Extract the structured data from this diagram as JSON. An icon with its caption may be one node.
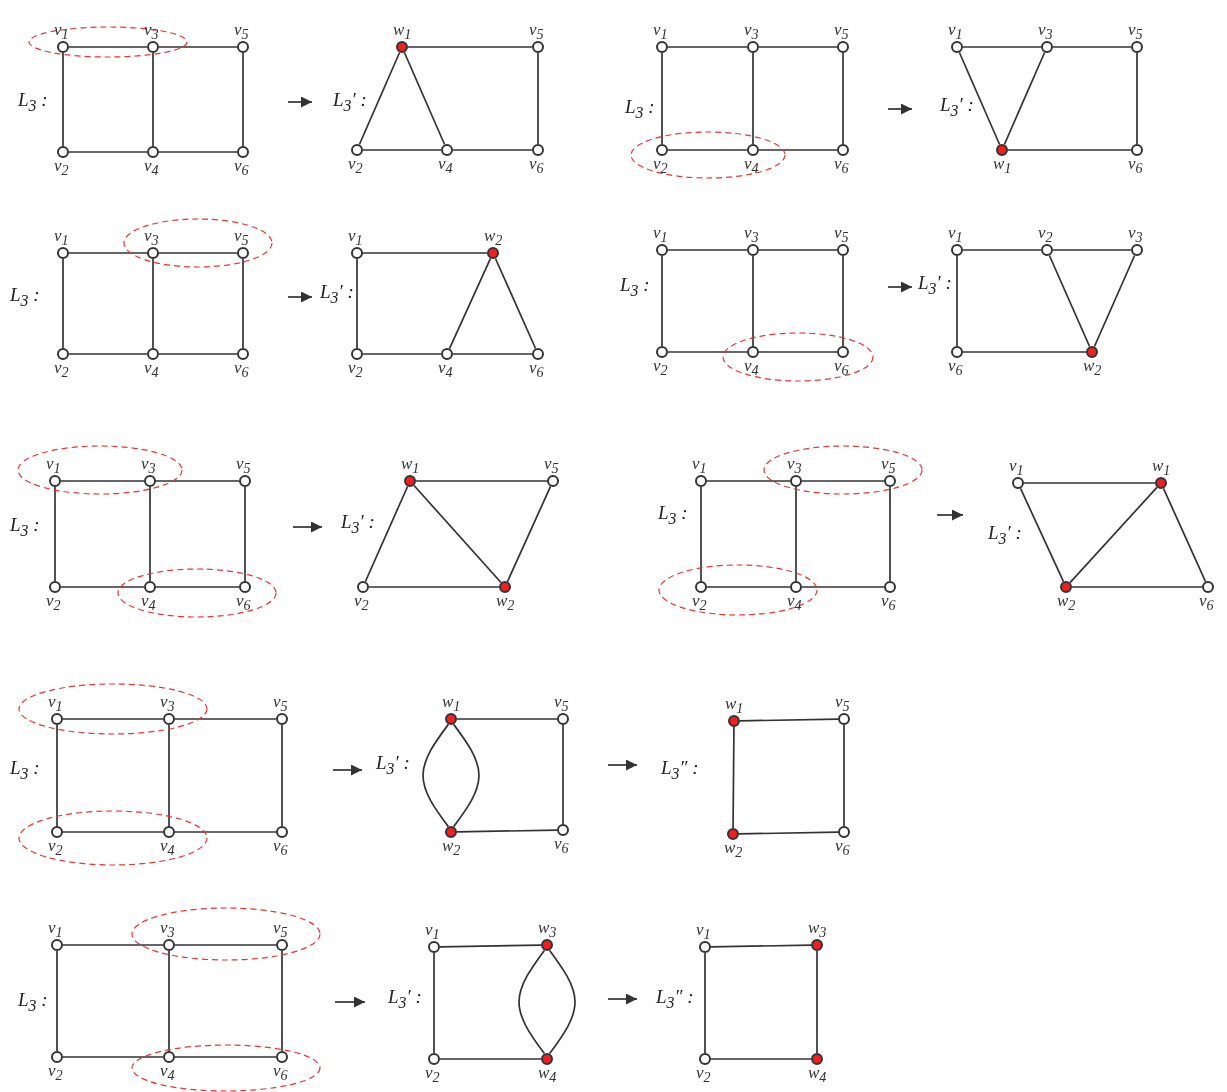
{
  "diagram": {
    "nodes": [
      {
        "text": [
          "L$_{3}$ :"
        ]
      },
      {
        "text": [],
        "shape": "circle",
        "in": 7,
        "beside": [
          "v$_{1}$"
        ]
      },
      {
        "text": [],
        "shape": "circle",
        "in": 7,
        "beside": [
          "v$_{3}$"
        ]
      },
      {
        "text": [],
        "shape": "circle",
        "in": 0,
        "beside": [
          "v$_{5}$"
        ]
      },
      {
        "text": [],
        "shape": "circle",
        "in": 0,
        "beside": [
          "v$_{2}$"
        ]
      },
      {
        "text": [],
        "shape": "circle",
        "in": 0,
        "beside": [
          "v$_{4}$"
        ]
      },
      {
        "text": [],
        "shape": "circle",
        "in": 0,
        "beside": [
          "v$_{6}$"
        ]
      },
      {
        "text": [],
        "shape": "ellipse",
        "in": 0
      },
      {
        "text": [
          "L$_{3}$′ :"
        ]
      },
      {
        "text": [],
        "shape": "dot",
        "in": 8,
        "beside": [
          "w$_{1}$"
        ]
      },
      {
        "text": [],
        "shape": "circle",
        "in": 8,
        "beside": [
          "v$_{5}$"
        ]
      },
      {
        "text": [],
        "shape": "circle",
        "in": 8,
        "beside": [
          "v$_{2}$"
        ]
      },
      {
        "text": [],
        "shape": "circle",
        "in": 8,
        "beside": [
          "v$_{4}$"
        ]
      },
      {
        "text": [],
        "shape": "circle",
        "in": 8,
        "beside": [
          "v$_{6}$"
        ]
      },
      {
        "text": [
          "L$_{3}$ :"
        ]
      },
      {
        "text": [],
        "shape": "circle",
        "in": 14,
        "beside": [
          "v$_{1}$"
        ]
      },
      {
        "text": [],
        "shape": "circle",
        "in": 14,
        "beside": [
          "v$_{3}$"
        ]
      },
      {
        "text": [],
        "shape": "circle",
        "in": 14,
        "beside": [
          "v$_{5}$"
        ]
      },
      {
        "text": [],
        "shape": "circle",
        "in": 21,
        "beside": [
          "v$_{2}$"
        ]
      },
      {
        "text": [],
        "shape": "circle",
        "in": 21,
        "beside": [
          "v$_{4}$"
        ]
      },
      {
        "text": [],
        "shape": "circle",
        "in": 14,
        "beside": [
          "v$_{6}$"
        ]
      },
      {
        "text": [],
        "shape": "ellipse",
        "in": 14
      },
      {
        "text": [
          "L$_{3}$′ :"
        ]
      },
      {
        "text": [],
        "shape": "circle",
        "in": 22,
        "beside": [
          "v$_{1}$"
        ]
      },
      {
        "text": [],
        "shape": "circle",
        "in": 22,
        "beside": [
          "v$_{3}$"
        ]
      },
      {
        "text": [],
        "shape": "circle",
        "in": 22,
        "beside": [
          "v$_{5}$"
        ]
      },
      {
        "text": [],
        "shape": "dot",
        "in": 22,
        "beside": [
          "w$_{1}$"
        ]
      },
      {
        "text": [],
        "shape": "circle",
        "in": 22,
        "beside": [
          "v$_{6}$"
        ]
      },
      {
        "text": [
          "L$_{3}$ :"
        ]
      },
      {
        "text": [],
        "shape": "circle",
        "in": 28,
        "beside": [
          "v$_{1}$"
        ]
      },
      {
        "text": [],
        "shape": "circle",
        "in": 35,
        "beside": [
          "v$_{3}$"
        ]
      },
      {
        "text": [],
        "shape": "circle",
        "in": 35,
        "beside": [
          "v$_{5}$"
        ]
      },
      {
        "text": [],
        "shape": "circle",
        "in": 28,
        "beside": [
          "v$_{2}$"
        ]
      },
      {
        "text": [],
        "shape": "circle",
        "in": 28,
        "beside": [
          "v$_{4}$"
        ]
      },
      {
        "text": [],
        "shape": "circle",
        "in": 28,
        "beside": [
          "v$_{6}$"
        ]
      },
      {
        "text": [],
        "shape": "ellipse",
        "in": 28
      },
      {
        "text": [
          "L$_{3}$′ :"
        ]
      },
      {
        "text": [],
        "shape": "circle",
        "in": 36,
        "beside": [
          "v$_{1}$"
        ]
      },
      {
        "text": [],
        "shape": "dot",
        "in": 36,
        "beside": [
          "w$_{2}$"
        ]
      },
      {
        "text": [],
        "shape": "circle",
        "in": 36,
        "beside": [
          "v$_{2}$"
        ]
      },
      {
        "text": [],
        "shape": "circle",
        "in": 36,
        "beside": [
          "v$_{4}$"
        ]
      },
      {
        "text": [],
        "shape": "circle",
        "in": 36,
        "beside": [
          "v$_{6}$"
        ]
      },
      {
        "text": [
          "L$_{3}$ :"
        ]
      },
      {
        "text": [],
        "shape": "circle",
        "in": 42,
        "beside": [
          "v$_{1}$"
        ]
      },
      {
        "text": [],
        "shape": "circle",
        "in": 42,
        "beside": [
          "v$_{3}$"
        ]
      },
      {
        "text": [],
        "shape": "circle",
        "in": 42,
        "beside": [
          "v$_{5}$"
        ]
      },
      {
        "text": [],
        "shape": "circle",
        "in": 42,
        "beside": [
          "v$_{2}$"
        ]
      },
      {
        "text": [],
        "shape": "circle",
        "in": 49,
        "beside": [
          "v$_{4}$"
        ]
      },
      {
        "text": [],
        "shape": "circle",
        "in": 49,
        "beside": [
          "v$_{6}$"
        ]
      },
      {
        "text": [],
        "shape": "ellipse",
        "in": 42
      },
      {
        "text": [
          "L$_{3}$′ :"
        ]
      },
      {
        "text": [],
        "shape": "circle",
        "in": 50,
        "beside": [
          "v$_{1}$"
        ]
      },
      {
        "text": [],
        "shape": "circle",
        "in": 50,
        "beside": [
          "v$_{2}$"
        ]
      },
      {
        "text": [],
        "shape": "circle",
        "in": 50,
        "beside": [
          "v$_{3}$"
        ]
      },
      {
        "text": [],
        "shape": "circle",
        "in": 50,
        "beside": [
          "v$_{6}$"
        ]
      },
      {
        "text": [],
        "shape": "dot",
        "in": 50,
        "beside": [
          "w$_{2}$"
        ]
      },
      {
        "text": [
          "L$_{3}$ :"
        ]
      },
      {
        "text": [],
        "shape": "circle",
        "in": 63,
        "beside": [
          "v$_{1}$"
        ]
      },
      {
        "text": [],
        "shape": "circle",
        "in": 63,
        "beside": [
          "v$_{3}$"
        ]
      },
      {
        "text": [],
        "shape": "circle",
        "in": 56,
        "beside": [
          "v$_{5}$"
        ]
      },
      {
        "text": [],
        "shape": "circle",
        "in": 56,
        "beside": [
          "v$_{2}$"
        ]
      },
      {
        "text": [],
        "shape": "circle",
        "in": 64,
        "beside": [
          "v$_{4}$"
        ]
      },
      {
        "text": [],
        "shape": "circle",
        "in": 64,
        "beside": [
          "v$_{6}$"
        ]
      },
      {
        "text": [],
        "shape": "ellipse",
        "in": 56
      },
      {
        "text": [],
        "shape": "ellipse",
        "in": 56
      },
      {
        "text": [
          "L$_{3}$′ :"
        ]
      },
      {
        "text": [],
        "shape": "dot",
        "in": 65,
        "beside": [
          "w$_{1}$"
        ]
      },
      {
        "text": [],
        "shape": "circle",
        "in": 65,
        "beside": [
          "v$_{5}$"
        ]
      },
      {
        "text": [],
        "shape": "circle",
        "in": 65,
        "beside": [
          "v$_{2}$"
        ]
      },
      {
        "text": [],
        "shape": "dot",
        "in": 65,
        "beside": [
          "w$_{2}$"
        ]
      },
      {
        "text": [
          "L$_{3}$ :"
        ]
      },
      {
        "text": [],
        "shape": "circle",
        "in": 70,
        "beside": [
          "v$_{1}$"
        ]
      },
      {
        "text": [],
        "shape": "circle",
        "in": 77,
        "beside": [
          "v$_{3}$"
        ]
      },
      {
        "text": [],
        "shape": "circle",
        "in": 77,
        "beside": [
          "v$_{5}$"
        ]
      },
      {
        "text": [],
        "shape": "circle",
        "in": 78,
        "beside": [
          "v$_{2}$"
        ]
      },
      {
        "text": [],
        "shape": "circle",
        "in": 78,
        "beside": [
          "v$_{4}$"
        ]
      },
      {
        "text": [],
        "shape": "circle",
        "in": 70,
        "beside": [
          "v$_{6}$"
        ]
      },
      {
        "text": [],
        "shape": "ellipse",
        "in": 70
      },
      {
        "text": [],
        "shape": "ellipse",
        "in": 70
      },
      {
        "text": [
          "L$_{3}$′ :"
        ]
      },
      {
        "text": [],
        "shape": "circle",
        "in": 79,
        "beside": [
          "v$_{1}$"
        ]
      },
      {
        "text": [],
        "shape": "dot",
        "in": 79,
        "beside": [
          "w$_{1}$"
        ]
      },
      {
        "text": [],
        "shape": "dot",
        "in": 79,
        "beside": [
          "w$_{2}$"
        ]
      },
      {
        "text": [],
        "shape": "circle",
        "in": 79,
        "beside": [
          "v$_{6}$"
        ]
      },
      {
        "text": [
          "L$_{3}$ :"
        ]
      },
      {
        "text": [],
        "shape": "circle",
        "in": 91,
        "beside": [
          "v$_{1}$"
        ]
      },
      {
        "text": [],
        "shape": "circle",
        "in": 91,
        "beside": [
          "v$_{3}$"
        ]
      },
      {
        "text": [],
        "shape": "circle",
        "in": 84,
        "beside": [
          "v$_{5}$"
        ]
      },
      {
        "text": [],
        "shape": "circle",
        "in": 92,
        "beside": [
          "v$_{2}$"
        ]
      },
      {
        "text": [],
        "shape": "circle",
        "in": 92,
        "beside": [
          "v$_{4}$"
        ]
      },
      {
        "text": [],
        "shape": "circle",
        "in": 84,
        "beside": [
          "v$_{6}$"
        ]
      },
      {
        "text": [],
        "shape": "ellipse",
        "in": 84
      },
      {
        "text": [],
        "shape": "ellipse",
        "in": 84
      },
      {
        "text": [
          "L$_{3}$′ :"
        ]
      },
      {
        "text": [],
        "shape": "dot",
        "in": 93,
        "beside": [
          "w$_{1}$"
        ]
      },
      {
        "text": [],
        "shape": "circle",
        "in": 93,
        "beside": [
          "v$_{5}$"
        ]
      },
      {
        "text": [],
        "shape": "dot",
        "in": 93,
        "beside": [
          "w$_{2}$"
        ]
      },
      {
        "text": [],
        "shape": "circle",
        "in": 93,
        "beside": [
          "v$_{6}$"
        ]
      },
      {
        "text": [
          "L$_{3}$″ :"
        ]
      },
      {
        "text": [],
        "shape": "dot",
        "in": 98,
        "beside": [
          "w$_{1}$"
        ]
      },
      {
        "text": [],
        "shape": "circle",
        "in": 98,
        "beside": [
          "v$_{5}$"
        ]
      },
      {
        "text": [],
        "shape": "dot",
        "in": 98,
        "beside": [
          "w$_{2}$"
        ]
      },
      {
        "text": [],
        "shape": "circle",
        "in": 98,
        "beside": [
          "v$_{6}$"
        ]
      },
      {
        "text": [
          "L$_{3}$ :"
        ]
      },
      {
        "text": [],
        "shape": "circle",
        "in": 103,
        "beside": [
          "v$_{1}$"
        ]
      },
      {
        "text": [],
        "shape": "circle",
        "in": 110,
        "beside": [
          "v$_{3}$"
        ]
      },
      {
        "text": [],
        "shape": "circle",
        "in": 110,
        "beside": [
          "v$_{5}$"
        ]
      },
      {
        "text": [],
        "shape": "circle",
        "in": 103,
        "beside": [
          "v$_{2}$"
        ]
      },
      {
        "text": [],
        "shape": "circle",
        "in": 111,
        "beside": [
          "v$_{4}$"
        ]
      },
      {
        "text": [],
        "shape": "circle",
        "in": 111,
        "beside": [
          "v$_{6}$"
        ]
      },
      {
        "text": [],
        "shape": "ellipse",
        "in": 103
      },
      {
        "text": [],
        "shape": "ellipse",
        "in": 103
      },
      {
        "text": [
          "L$_{3}$′ :"
        ]
      },
      {
        "text": [],
        "shape": "circle",
        "in": 112,
        "beside": [
          "v$_{1}$"
        ]
      },
      {
        "text": [],
        "shape": "dot",
        "in": 112,
        "beside": [
          "w$_{3}$"
        ]
      },
      {
        "text": [],
        "shape": "circle",
        "in": 112,
        "beside": [
          "v$_{2}$"
        ]
      },
      {
        "text": [],
        "shape": "dot",
        "in": 112,
        "beside": [
          "w$_{4}$"
        ]
      },
      {
        "text": [
          "L$_{3}$″ :"
        ]
      },
      {
        "text": [],
        "shape": "circle",
        "in": 117,
        "beside": [
          "v$_{1}$"
        ]
      },
      {
        "text": [],
        "shape": "dot",
        "in": 117,
        "beside": [
          "w$_{3}$"
        ]
      },
      {
        "text": [],
        "shape": "circle",
        "in": 117,
        "beside": [
          "v$_{2}$"
        ]
      },
      {
        "text": [],
        "shape": "dot",
        "in": 117,
        "beside": [
          "w$_{4}$"
        ]
      }
    ],
    "edges": [
      {
        "from": 1,
        "to": 2,
        "arrow": "none"
      },
      {
        "from": 2,
        "to": 3,
        "arrow": "none"
      },
      {
        "from": 1,
        "to": 4,
        "arrow": "none"
      },
      {
        "from": 2,
        "to": 5,
        "arrow": "none"
      },
      {
        "from": 3,
        "to": 6,
        "arrow": "none"
      },
      {
        "from": 4,
        "to": 5,
        "arrow": "none"
      },
      {
        "from": 5,
        "to": 6,
        "arrow": "none"
      },
      {
        "from": 9,
        "to": 10,
        "arrow": "none"
      },
      {
        "from": 9,
        "to": 11,
        "arrow": "none"
      },
      {
        "from": 9,
        "to": 12,
        "arrow": "none"
      },
      {
        "from": 11,
        "to": 12,
        "arrow": "none"
      },
      {
        "from": 12,
        "to": 13,
        "arrow": "none"
      },
      {
        "from": 10,
        "to": 13,
        "arrow": "none"
      },
      {
        "from": 15,
        "to": 16,
        "arrow": "none"
      },
      {
        "from": 16,
        "to": 17,
        "arrow": "none"
      },
      {
        "from": 15,
        "to": 18,
        "arrow": "none"
      },
      {
        "from": 16,
        "to": 19,
        "arrow": "none"
      },
      {
        "from": 17,
        "to": 20,
        "arrow": "none"
      },
      {
        "from": 18,
        "to": 19,
        "arrow": "none"
      },
      {
        "from": 19,
        "to": 20,
        "arrow": "none"
      },
      {
        "from": 23,
        "to": 24,
        "arrow": "none"
      },
      {
        "from": 24,
        "to": 25,
        "arrow": "none"
      },
      {
        "from": 23,
        "to": 26,
        "arrow": "none"
      },
      {
        "from": 24,
        "to": 26,
        "arrow": "none"
      },
      {
        "from": 26,
        "to": 27,
        "arrow": "none"
      },
      {
        "from": 25,
        "to": 27,
        "arrow": "none"
      },
      {
        "from": 29,
        "to": 30,
        "arrow": "none"
      },
      {
        "from": 30,
        "to": 31,
        "arrow": "none"
      },
      {
        "from": 29,
        "to": 32,
        "arrow": "none"
      },
      {
        "from": 30,
        "to": 33,
        "arrow": "none"
      },
      {
        "from": 31,
        "to": 34,
        "arrow": "none"
      },
      {
        "from": 32,
        "to": 33,
        "arrow": "none"
      },
      {
        "from": 33,
        "to": 34,
        "arrow": "none"
      },
      {
        "from": 37,
        "to": 38,
        "arrow": "none"
      },
      {
        "from": 37,
        "to": 39,
        "arrow": "none"
      },
      {
        "from": 38,
        "to": 40,
        "arrow": "none"
      },
      {
        "from": 38,
        "to": 41,
        "arrow": "none"
      },
      {
        "from": 39,
        "to": 40,
        "arrow": "none"
      },
      {
        "from": 40,
        "to": 41,
        "arrow": "none"
      },
      {
        "from": 43,
        "to": 44,
        "arrow": "none"
      },
      {
        "from": 44,
        "to": 45,
        "arrow": "none"
      },
      {
        "from": 43,
        "to": 46,
        "arrow": "none"
      },
      {
        "from": 44,
        "to": 47,
        "arrow": "none"
      },
      {
        "from": 45,
        "to": 48,
        "arrow": "none"
      },
      {
        "from": 46,
        "to": 47,
        "arrow": "none"
      },
      {
        "from": 47,
        "to": 48,
        "arrow": "none"
      },
      {
        "from": 51,
        "to": 52,
        "arrow": "none"
      },
      {
        "from": 52,
        "to": 53,
        "arrow": "none"
      },
      {
        "from": 52,
        "to": 55,
        "arrow": "none"
      },
      {
        "from": 53,
        "to": 55,
        "arrow": "none"
      },
      {
        "from": 54,
        "to": 55,
        "arrow": "none"
      },
      {
        "from": 51,
        "to": 54,
        "arrow": "none"
      },
      {
        "from": 57,
        "to": 58,
        "arrow": "none"
      },
      {
        "from": 58,
        "to": 59,
        "arrow": "none"
      },
      {
        "from": 57,
        "to": 60,
        "arrow": "none"
      },
      {
        "from": 58,
        "to": 61,
        "arrow": "none"
      },
      {
        "from": 59,
        "to": 62,
        "arrow": "none"
      },
      {
        "from": 60,
        "to": 61,
        "arrow": "none"
      },
      {
        "from": 61,
        "to": 62,
        "arrow": "none"
      },
      {
        "from": 66,
        "to": 67,
        "arrow": "none"
      },
      {
        "from": 66,
        "to": 68,
        "arrow": "none"
      },
      {
        "from": 66,
        "to": 69,
        "arrow": "none"
      },
      {
        "from": 67,
        "to": 69,
        "arrow": "none"
      },
      {
        "from": 68,
        "to": 69,
        "arrow": "none"
      },
      {
        "from": 71,
        "to": 72,
        "arrow": "none"
      },
      {
        "from": 72,
        "to": 73,
        "arrow": "none"
      },
      {
        "from": 71,
        "to": 74,
        "arrow": "none"
      },
      {
        "from": 72,
        "to": 75,
        "arrow": "none"
      },
      {
        "from": 73,
        "to": 76,
        "arrow": "none"
      },
      {
        "from": 74,
        "to": 75,
        "arrow": "none"
      },
      {
        "from": 75,
        "to": 76,
        "arrow": "none"
      },
      {
        "from": 80,
        "to": 81,
        "arrow": "none"
      },
      {
        "from": 80,
        "to": 82,
        "arrow": "none"
      },
      {
        "from": 81,
        "to": 82,
        "arrow": "none"
      },
      {
        "from": 81,
        "to": 83,
        "arrow": "none"
      },
      {
        "from": 82,
        "to": 83,
        "arrow": "none"
      },
      {
        "from": 85,
        "to": 86,
        "arrow": "none"
      },
      {
        "from": 86,
        "to": 87,
        "arrow": "none"
      },
      {
        "from": 85,
        "to": 88,
        "arrow": "none"
      },
      {
        "from": 86,
        "to": 89,
        "arrow": "none"
      },
      {
        "from": 87,
        "to": 90,
        "arrow": "none"
      },
      {
        "from": 88,
        "to": 89,
        "arrow": "none"
      },
      {
        "from": 89,
        "to": 90,
        "arrow": "none"
      },
      {
        "from": 94,
        "to": 95,
        "arrow": "none"
      },
      {
        "from": 94,
        "to": 96,
        "arrow": "none"
      },
      {
        "from": 94,
        "to": 96,
        "arrow": "none"
      },
      {
        "from": 96,
        "to": 97,
        "arrow": "none"
      },
      {
        "from": 95,
        "to": 97,
        "arrow": "none"
      },
      {
        "from": 99,
        "to": 100,
        "arrow": "none"
      },
      {
        "from": 99,
        "to": 101,
        "arrow": "none"
      },
      {
        "from": 101,
        "to": 102,
        "arrow": "none"
      },
      {
        "from": 100,
        "to": 102,
        "arrow": "none"
      },
      {
        "from": 104,
        "to": 105,
        "arrow": "none"
      },
      {
        "from": 105,
        "to": 106,
        "arrow": "none"
      },
      {
        "from": 104,
        "to": 107,
        "arrow": "none"
      },
      {
        "from": 105,
        "to": 108,
        "arrow": "none"
      },
      {
        "from": 106,
        "to": 109,
        "arrow": "none"
      },
      {
        "from": 107,
        "to": 108,
        "arrow": "none"
      },
      {
        "from": 108,
        "to": 109,
        "arrow": "none"
      },
      {
        "from": 113,
        "to": 114,
        "arrow": "none"
      },
      {
        "from": 113,
        "to": 115,
        "arrow": "none"
      },
      {
        "from": 114,
        "to": 116,
        "arrow": "none"
      },
      {
        "from": 114,
        "to": 116,
        "arrow": "none"
      },
      {
        "from": 115,
        "to": 116,
        "arrow": "none"
      },
      {
        "from": 118,
        "to": 119,
        "arrow": "none"
      },
      {
        "from": 118,
        "to": 120,
        "arrow": "none"
      },
      {
        "from": 119,
        "to": 121,
        "arrow": "none"
      },
      {
        "from": 120,
        "to": 121,
        "arrow": "none"
      },
      {
        "from": 0,
        "to": 8,
        "arrow": "to"
      },
      {
        "from": 14,
        "to": 22,
        "arrow": "to"
      },
      {
        "from": 28,
        "to": 36,
        "arrow": "to"
      },
      {
        "from": 42,
        "to": 50,
        "arrow": "to"
      },
      {
        "from": 56,
        "to": 65,
        "arrow": "to"
      },
      {
        "from": 70,
        "to": 79,
        "arrow": "to"
      },
      {
        "from": 84,
        "to": 93,
        "arrow": "to"
      },
      {
        "from": 93,
        "to": 98,
        "arrow": "to"
      },
      {
        "from": 103,
        "to": 112,
        "arrow": "to"
      },
      {
        "from": 112,
        "to": 117,
        "arrow": "to"
      }
    ]
  }
}
